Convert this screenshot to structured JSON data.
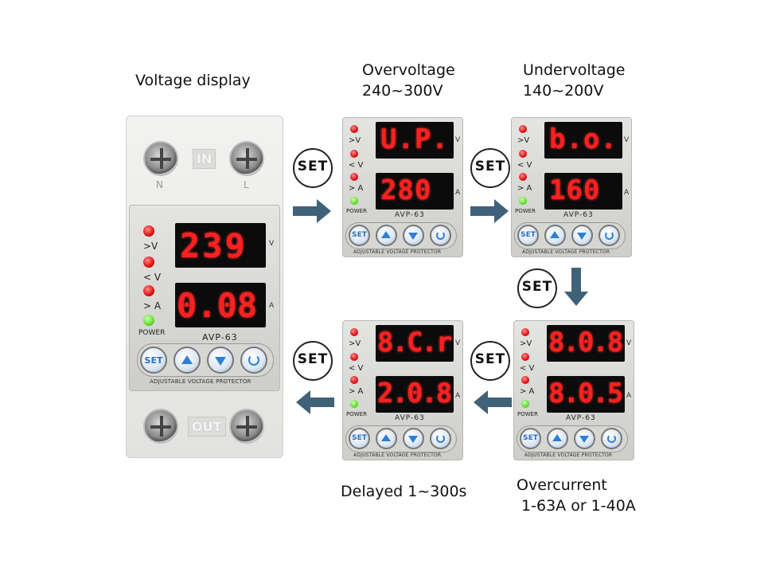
{
  "captions": {
    "voltage_display": "Voltage display",
    "overvoltage": [
      "Overvoltage",
      "240~300V"
    ],
    "undervoltage": [
      "Undervoltage",
      "140~200V"
    ],
    "delayed": "Delayed 1~300s",
    "overcurrent": [
      "Overcurrent",
      " 1-63A or 1-40A"
    ]
  },
  "big_device": {
    "in_label": "IN",
    "out_label": "OUT",
    "n_label": "N",
    "l_label": "L",
    "top_display": "239",
    "bottom_display": "0.08",
    "unit_v": "V",
    "unit_a": "A"
  },
  "device_common": {
    "led_labels": [
      ">V",
      "< V",
      "> A",
      "POWER"
    ],
    "model": "AVP-63",
    "set_button": "SET",
    "strip": "ADJUSTABLE VOLTAGE PROTECTOR",
    "unit_v": "V",
    "unit_a": "A"
  },
  "panels": {
    "overvoltage": {
      "top": "U.P.",
      "bottom": "280"
    },
    "undervoltage": {
      "top": "b.o.",
      "bottom": "160"
    },
    "overcurrent": {
      "top": "8.0.8.",
      "bottom": "8.0.5"
    },
    "delayed": {
      "top": "8.C.r.",
      "bottom": "2.0.8"
    }
  },
  "set_label": "SET",
  "colors": {
    "arrow": "#3f6278",
    "led_red": "#e01010",
    "led_green": "#5ee02a",
    "segment": "#ff2020",
    "button_icon": "#2f7fd6"
  }
}
